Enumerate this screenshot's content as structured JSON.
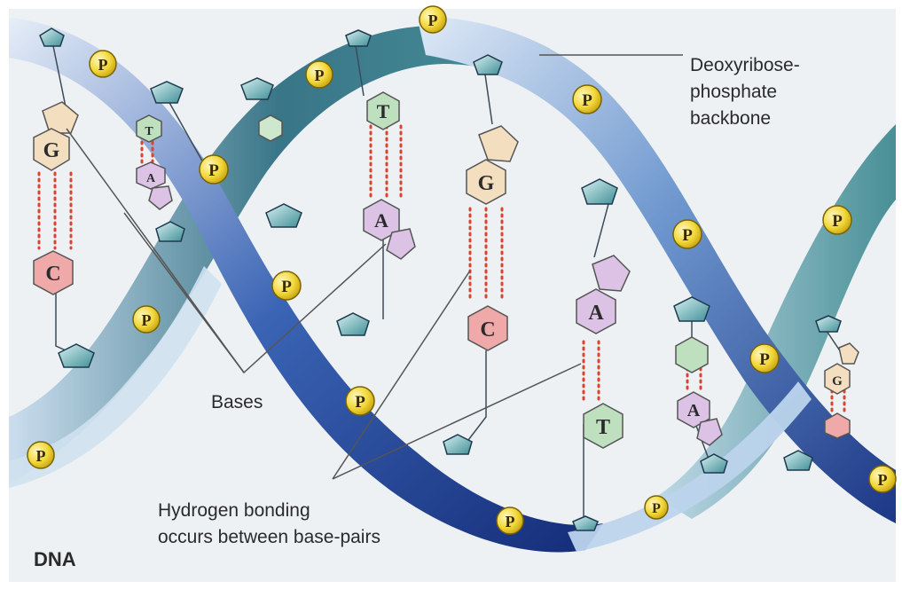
{
  "diagram": {
    "title": "DNA",
    "labels": {
      "backbone_line1": "Deoxyribose-",
      "backbone_line2": "phosphate",
      "backbone_line3": "backbone",
      "bases": "Bases",
      "hbond_line1": "Hydrogen bonding",
      "hbond_line2": "occurs between base-pairs"
    },
    "phosphate_symbol": "P",
    "base_pairs": [
      {
        "top": "G",
        "bottom": "C"
      },
      {
        "top": "T",
        "bottom": "A"
      },
      {
        "top": "T",
        "bottom": "A"
      },
      {
        "top": "G",
        "bottom": "C"
      },
      {
        "top": "A",
        "bottom": "T"
      },
      {
        "top": "",
        "bottom": "A"
      },
      {
        "top": "G",
        "bottom": ""
      }
    ],
    "colors": {
      "ribbon_dark": "#1f3f8f",
      "ribbon_light": "#bcd4ec",
      "ribbon_teal": "#2f7c86",
      "background": "#eef1f4",
      "phosphate": "#f2d83a",
      "base_G": "#f3dfc0",
      "base_C": "#f0a9a9",
      "base_T": "#bfe0bf",
      "base_A": "#dcc3e6",
      "hbond": "#d9442f",
      "leader_line": "#555555"
    }
  }
}
